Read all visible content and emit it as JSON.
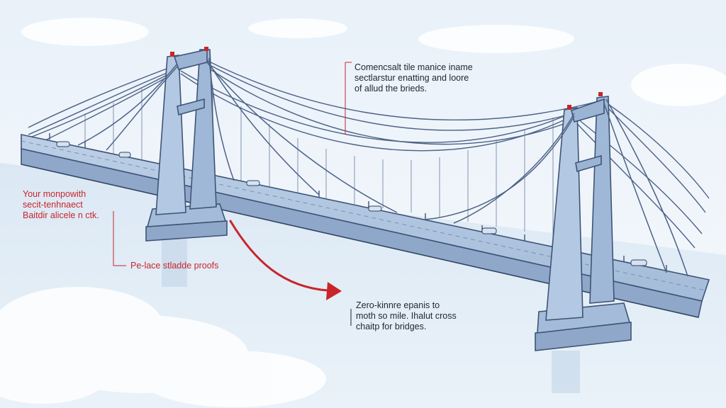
{
  "annotations": {
    "top_center": "Comencsalt tile manice iname\nsectlarstur enatting and loore\nof allud the brieds.",
    "left_red": "Your monpowith\nsecit-tenhnaect\nBaitdir alicele n ctk.",
    "left_label": "Pe-lace stladde proofs",
    "lower_center": "Zero-kinnre epanis to\nmoth so mile. Ihalut cross\nchaitp for bridges."
  },
  "colors": {
    "sky": "#eef4fa",
    "water": "#d8e7f4",
    "bridge_fill": "#a9c0dc",
    "bridge_stroke": "#3e5476",
    "cable": "#4d6287",
    "annotation_red": "#c8252b",
    "annotation_dark": "#1f2533"
  }
}
